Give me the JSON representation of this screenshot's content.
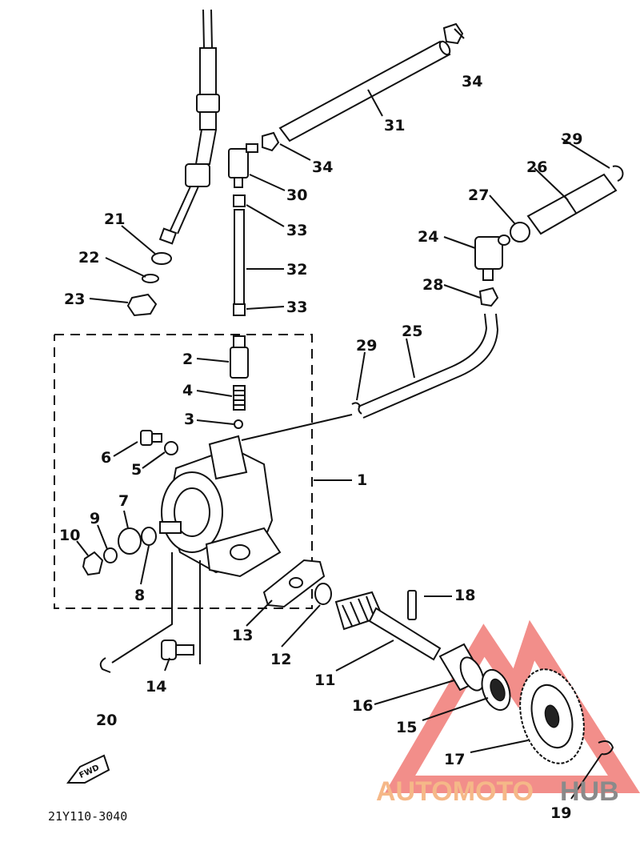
{
  "diagram": {
    "drawing_code": "21Y110-3040",
    "fwd_mark": "FWD",
    "callouts": {
      "c1": "1",
      "c2": "2",
      "c3": "3",
      "c4": "4",
      "c5": "5",
      "c6": "6",
      "c7": "7",
      "c8": "8",
      "c9": "9",
      "c10": "10",
      "c11": "11",
      "c12": "12",
      "c13": "13",
      "c14": "14",
      "c15": "15",
      "c16": "16",
      "c17": "17",
      "c18": "18",
      "c19": "19",
      "c20": "20",
      "c21": "21",
      "c22": "22",
      "c23": "23",
      "c24": "24",
      "c25": "25",
      "c26": "26",
      "c27": "27",
      "c28": "28",
      "c29a": "29",
      "c29b": "29",
      "c30": "30",
      "c31": "31",
      "c32": "32",
      "c33a": "33",
      "c33b": "33",
      "c34a": "34",
      "c34b": "34"
    }
  },
  "watermark": {
    "part1": "AUTOMOTO",
    "part2": "HUB",
    "colors": {
      "accent": "#e8322a",
      "light": "#f5b888",
      "grey": "#8a8a8a"
    }
  }
}
